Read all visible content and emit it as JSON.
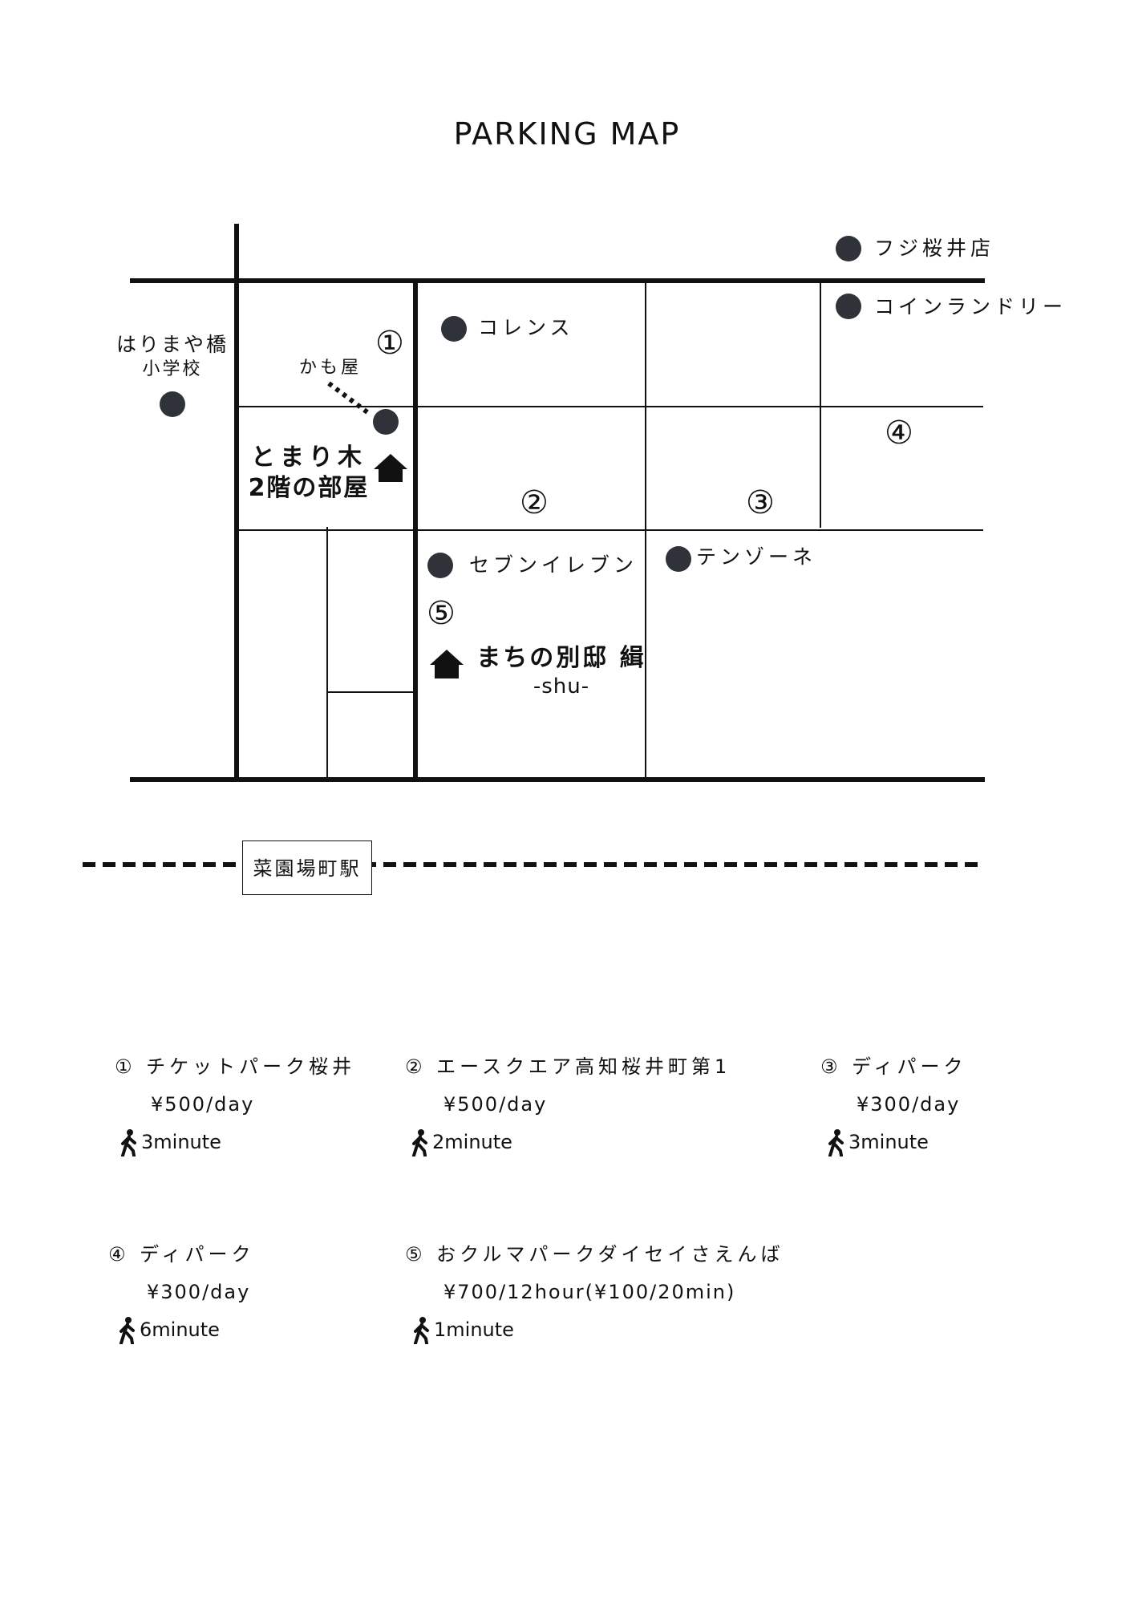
{
  "title": "PARKING MAP",
  "map": {
    "landmarks": {
      "fuji": "フジ桜井店",
      "coin_laundry": "コインランドリー",
      "colens": "コレンス",
      "harimaya_line1": "はりまや橋",
      "harimaya_line2": "小学校",
      "kamoya": "かも屋",
      "seven_eleven": "セブンイレブン",
      "tenzone": "テンゾーネ"
    },
    "guesthouses": [
      {
        "line1": "とまり木",
        "line2": "2階の部屋"
      },
      {
        "line1": "まちの別邸 緝",
        "line2": "-shu-"
      }
    ],
    "parking_markers": [
      "①",
      "②",
      "③",
      "④",
      "⑤"
    ],
    "station": "菜園場町駅"
  },
  "parking_list": [
    {
      "num": "①",
      "name": "チケットパーク桜井",
      "price": "¥500/day",
      "walk": "3minute"
    },
    {
      "num": "②",
      "name": "エースクエア高知桜井町第1",
      "price": "¥500/day",
      "walk": "2minute"
    },
    {
      "num": "③",
      "name": "ディパーク",
      "price": "¥300/day",
      "walk": "3minute"
    },
    {
      "num": "④",
      "name": "ディパーク",
      "price": "¥300/day",
      "walk": "6minute"
    },
    {
      "num": "⑤",
      "name": "おクルマパークダイセイさえんば",
      "price": "¥700/12hour(¥100/20min)",
      "walk": "1minute"
    }
  ],
  "colors": {
    "line": "#111111",
    "dot": "#2f3238"
  },
  "icons": {
    "landmark": "dot-icon",
    "guesthouse": "house-icon",
    "walk": "walking-person-icon"
  }
}
